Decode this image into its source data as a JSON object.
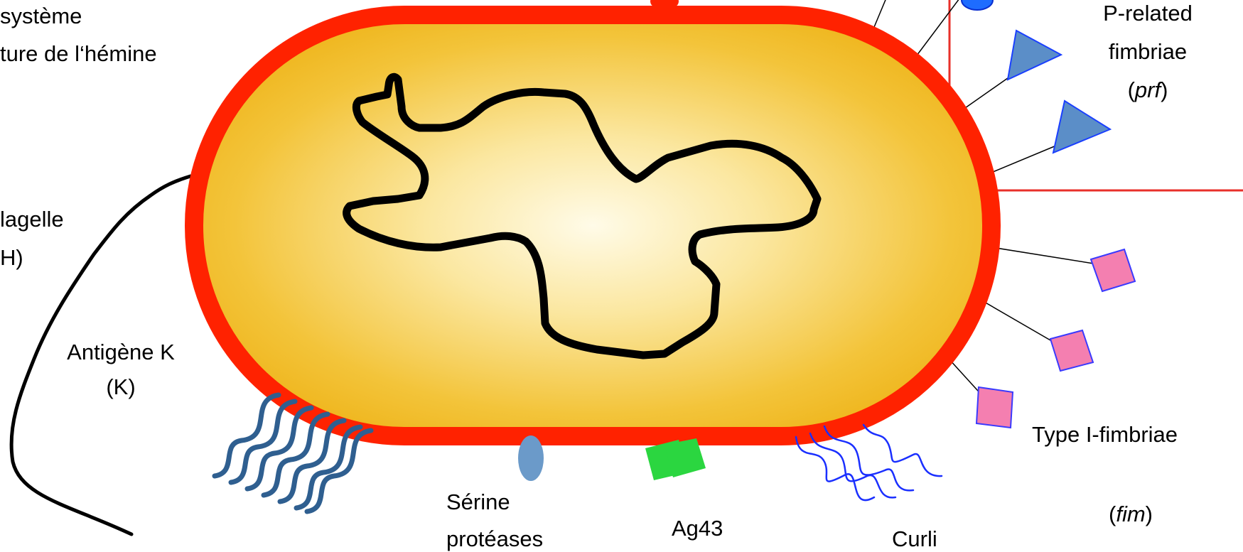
{
  "colors": {
    "membrane": "#ff2200",
    "cytoplasm_center": "#fffbe8",
    "cytoplasm_edge": "#f0b418",
    "chromosome": "#000000",
    "p_fimbriae": "#5b8ec8",
    "p_fimbriae_stroke": "#1a3fff",
    "type1_fimbriae": "#f47fb0",
    "type1_fimbriae_stroke": "#3a3aff",
    "capsule": "#2f5f90",
    "serine_protease": "#6b9ac9",
    "ag43": "#2bd640",
    "curli": "#1a2fff",
    "highlight_box": "#e8302a"
  },
  "labels": {
    "heme_line1": "système",
    "heme_line2": "ture de l‘hémine",
    "flagella_line1": "lagelle",
    "flagella_line2": "H)",
    "kantigen_line1": "Antigène K",
    "kantigen_line2": "(K)",
    "p_fimbriae_line1": "P-related",
    "p_fimbriae_line2": "fimbriae",
    "p_fimbriae_gene_open": "(",
    "p_fimbriae_gene": "prf",
    "p_fimbriae_gene_close": ")",
    "type1_line1": "Type I-fimbriae",
    "type1_gene_open": "(",
    "type1_gene": "fim",
    "type1_gene_close": ")",
    "serine_line1": "Sérine",
    "serine_line2": "protéases",
    "ag43": "Ag43",
    "curli": "Curli"
  }
}
